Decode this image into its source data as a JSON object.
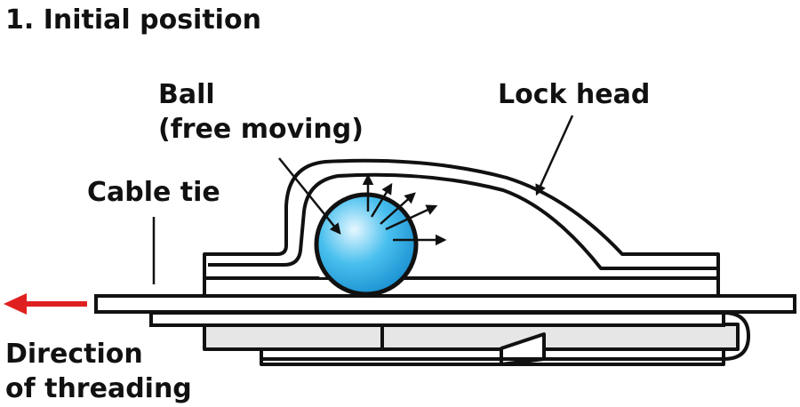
{
  "title": "1. Initial position",
  "labels": {
    "ball_line1": "Ball",
    "ball_line2": "(free moving)",
    "lock_head": "Lock head",
    "cable_tie": "Cable tie",
    "direction_line1": "Direction",
    "direction_line2": "of threading"
  },
  "colors": {
    "outline": "#111111",
    "strap_fill": "#ffffff",
    "housing_grey": "#e6e6e6",
    "arrow_red": "#e02020",
    "ball_light": "#e6f7ff",
    "ball_mid": "#48bfee",
    "ball_dark": "#1a8fd0"
  },
  "icons": {
    "direction_arrow": "left-arrow",
    "ball": "sphere"
  }
}
